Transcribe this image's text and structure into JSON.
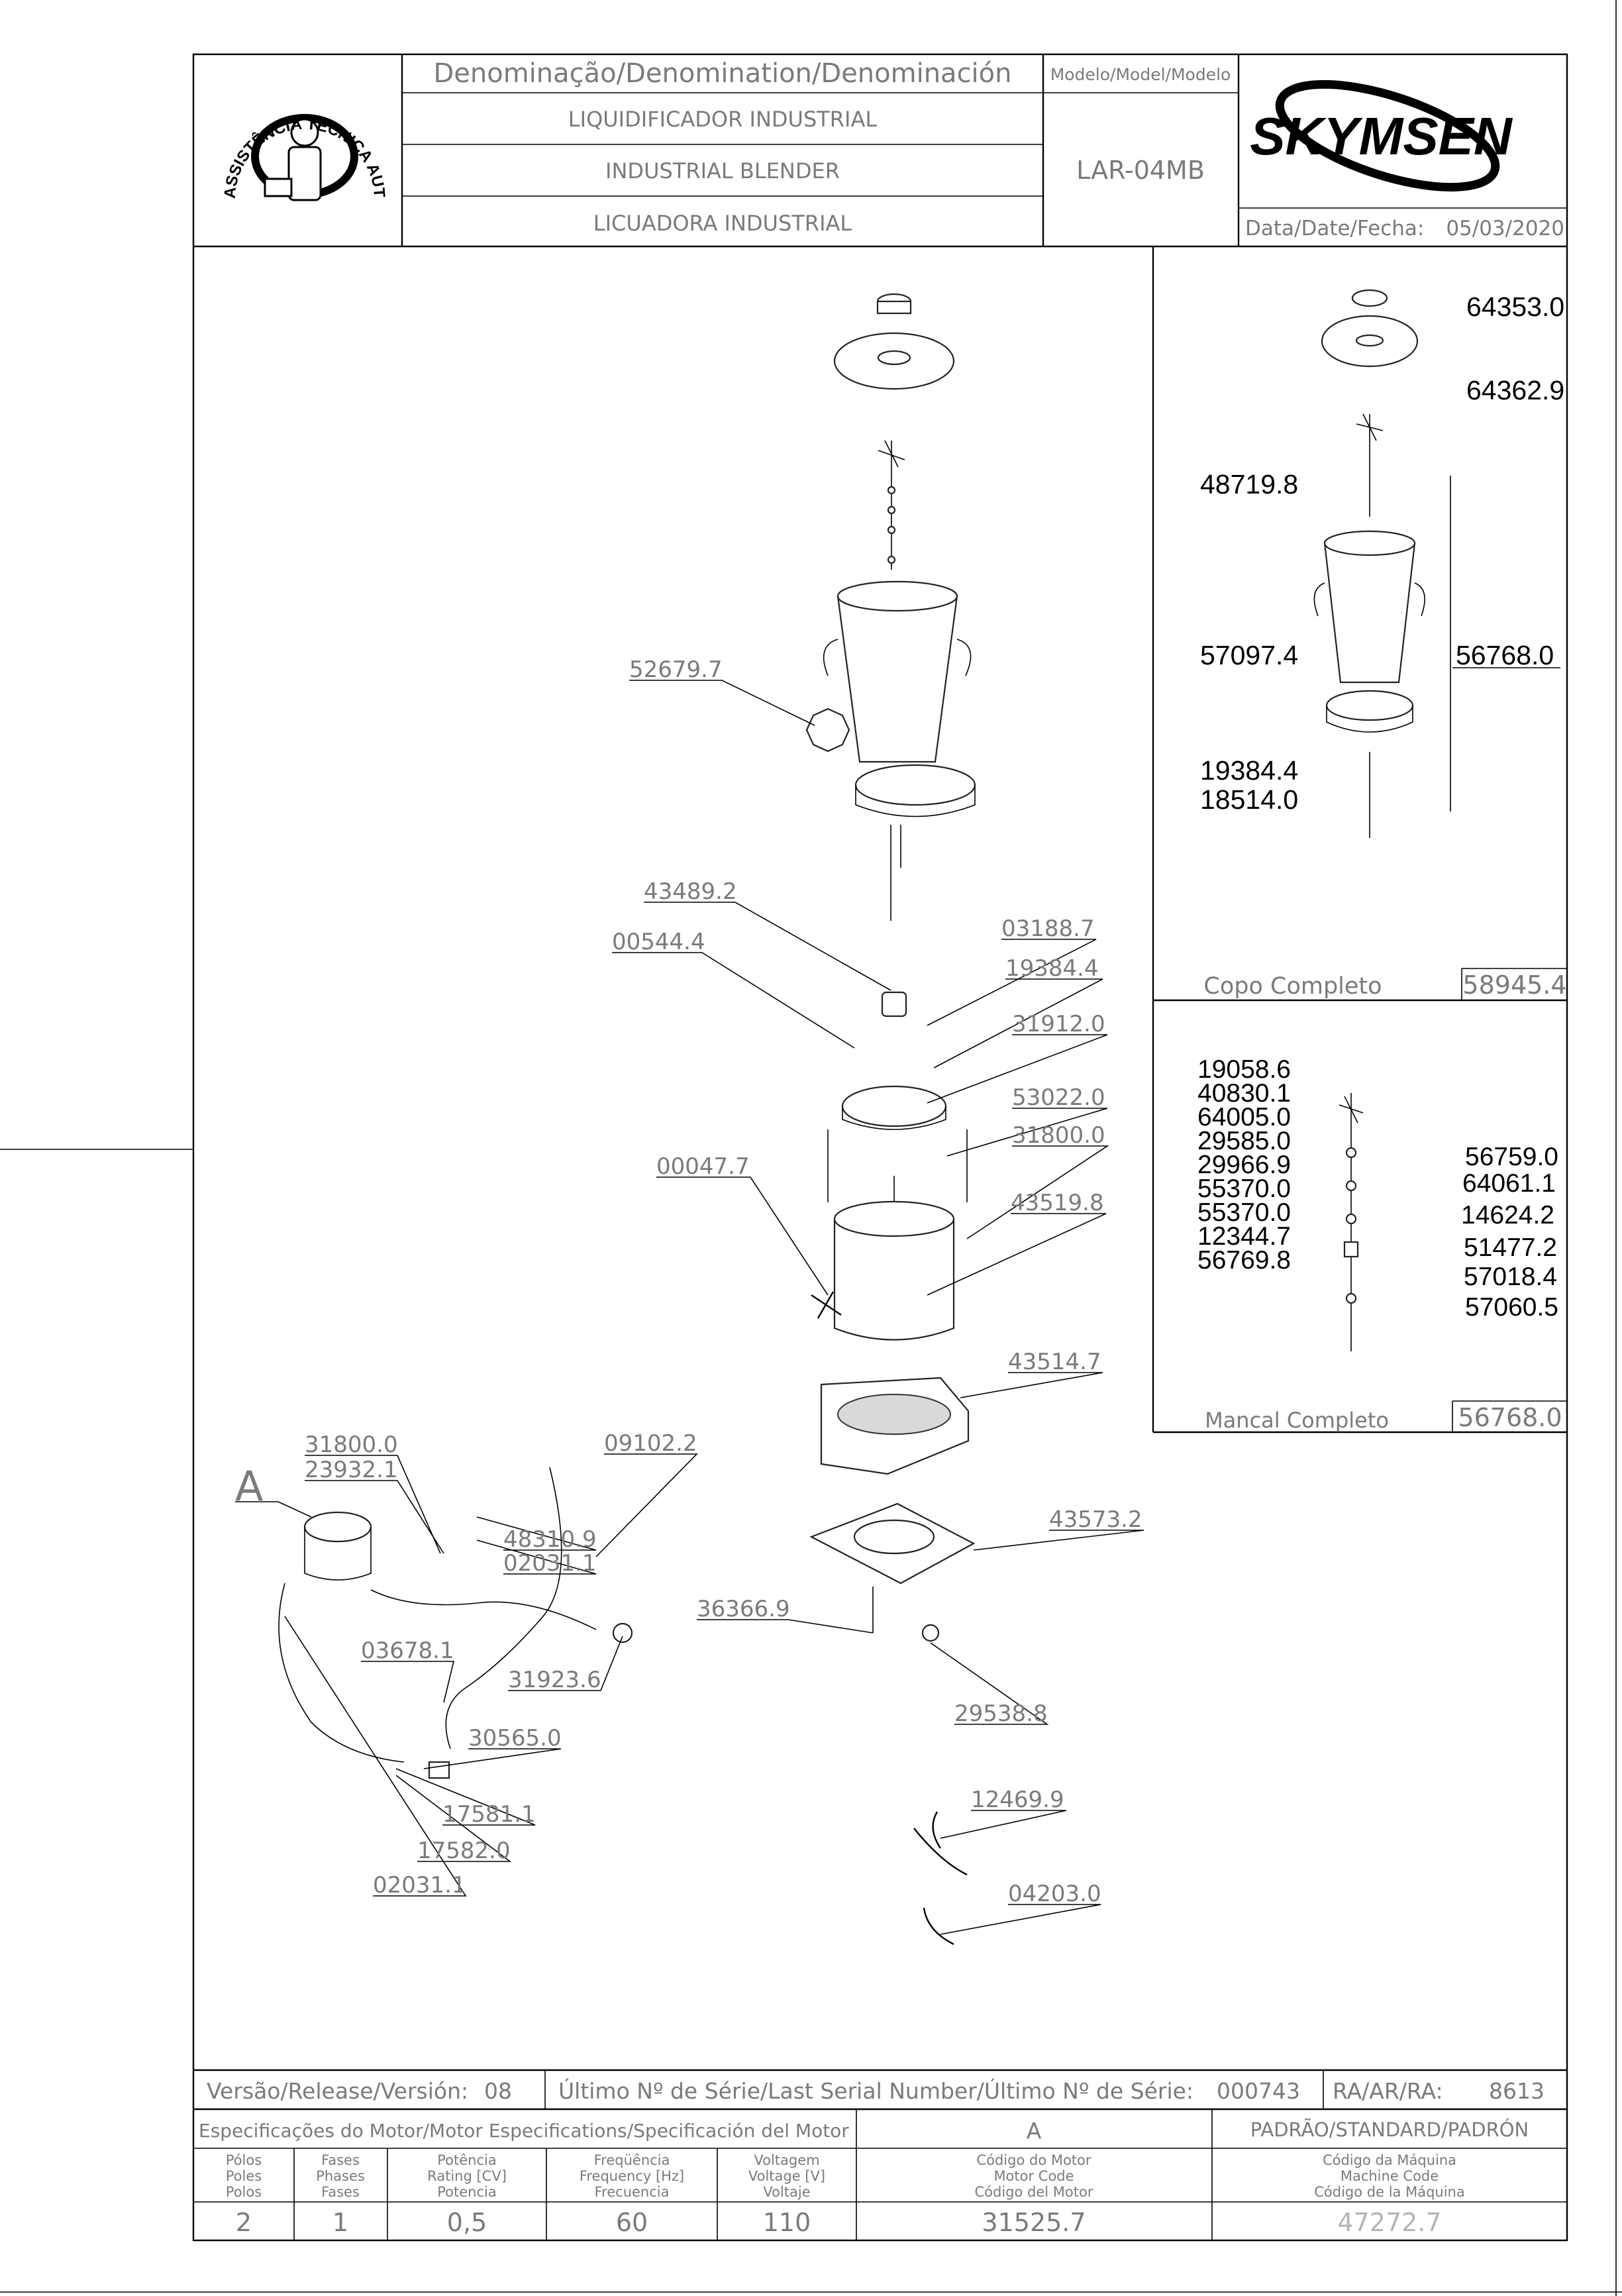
{
  "header": {
    "denomination_label": "Denominação/Denomination/Denominación",
    "name_pt": "LIQUIDIFICADOR INDUSTRIAL",
    "name_en": "INDUSTRIAL BLENDER",
    "name_es": "LICUADORA INDUSTRIAL",
    "model_label": "Modelo/Model/Modelo",
    "model_value": "LAR-04MB",
    "brand": "SKYMSEN",
    "date_label": "Data/Date/Fecha:",
    "date_value": "05/03/2020",
    "seal_text": "ASSISTÊNCIA TÉCNICA AUTORIZADA"
  },
  "main_callouts": [
    {
      "label": "52679.7"
    },
    {
      "label": "43489.2"
    },
    {
      "label": "00544.4"
    },
    {
      "label": "03188.7"
    },
    {
      "label": "19384.4"
    },
    {
      "label": "31912.0"
    },
    {
      "label": "53022.0"
    },
    {
      "label": "31800.0"
    },
    {
      "label": "00047.7"
    },
    {
      "label": "43519.8"
    },
    {
      "label": "43514.7"
    },
    {
      "label": "31800.0"
    },
    {
      "label": "23932.1"
    },
    {
      "label": "09102.2"
    },
    {
      "label": "48310.9"
    },
    {
      "label": "02031.1"
    },
    {
      "label": "43573.2"
    },
    {
      "label": "36366.9"
    },
    {
      "label": "03678.1"
    },
    {
      "label": "31923.6"
    },
    {
      "label": "29538.8"
    },
    {
      "label": "30565.0"
    },
    {
      "label": "12469.9"
    },
    {
      "label": "17581.1"
    },
    {
      "label": "17582.0"
    },
    {
      "label": "02031.1"
    },
    {
      "label": "04203.0"
    }
  ],
  "detail_a_label": "A",
  "copo_panel": {
    "title": "Copo Completo",
    "code": "58945.4",
    "labels": [
      "64353.0",
      "64362.9",
      "48719.8",
      "57097.4",
      "56768.0",
      "19384.4",
      "18514.0"
    ]
  },
  "mancal_panel": {
    "title": "Mancal Completo",
    "code": "56768.0",
    "left_labels": [
      "19058.6",
      "40830.1",
      "64005.0",
      "29585.0",
      "29966.9",
      "55370.0",
      "55370.0",
      "12344.7",
      "56769.8"
    ],
    "right_labels": [
      "56759.0",
      "64061.1",
      "14624.2",
      "51477.2",
      "57018.4",
      "57060.5"
    ]
  },
  "footer": {
    "version_label": "Versão/Release/Versión:",
    "version_value": "08",
    "serial_label": "Último Nº de Série/Last Serial Number/Último Nº de Série:",
    "serial_value": "000743",
    "ra_label": "RA/AR/RA:",
    "ra_value": "8613",
    "motor_spec_label": "Especificações do Motor/Motor Especifications/Specificación del Motor",
    "motor_variant": "A",
    "standard_label": "PADRÃO/STANDARD/PADRÓN",
    "col_polos": [
      "Pólos",
      "Poles",
      "Polos"
    ],
    "col_fases": [
      "Fases",
      "Phases",
      "Fases"
    ],
    "col_potencia": [
      "Potência",
      "Rating [CV]",
      "Potencia"
    ],
    "col_freq": [
      "Freqüência",
      "Frequency [Hz]",
      "Frecuencia"
    ],
    "col_voltagem": [
      "Voltagem",
      "Voltage [V]",
      "Voltaje"
    ],
    "col_motor_code": [
      "Código do Motor",
      "Motor Code",
      "Código del Motor"
    ],
    "col_machine_code": [
      "Código da Máquina",
      "Machine Code",
      "Código de la Máquina"
    ],
    "val_polos": "2",
    "val_fases": "1",
    "val_potencia": "0,5",
    "val_freq": "60",
    "val_voltagem": "110",
    "val_motor_code": "31525.7",
    "val_machine_code": "47272.7"
  }
}
